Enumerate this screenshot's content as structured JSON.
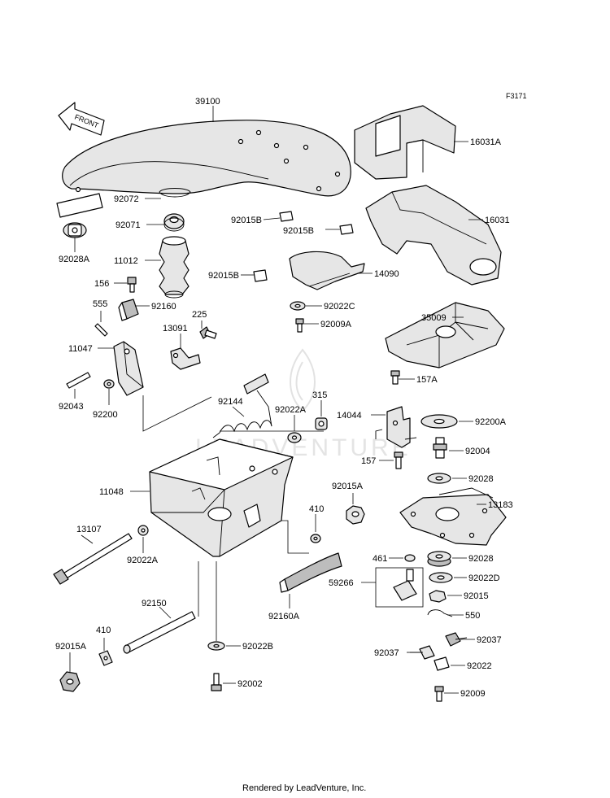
{
  "figure_code": "F3171",
  "front_marker": "FRONT",
  "watermark": "LEADVENTURE",
  "footer": "Rendered by LeadVenture, Inc.",
  "parts": {
    "p39100": "39100",
    "p16031A": "16031A",
    "p16031": "16031",
    "p92072": "92072",
    "p92071": "92071",
    "p92028A": "92028A",
    "p11012": "11012",
    "p92015B_1": "92015B",
    "p92015B_2": "92015B",
    "p92015B_3": "92015B",
    "p14090": "14090",
    "p156": "156",
    "p555": "555",
    "p92160": "92160",
    "p225": "225",
    "p13091": "13091",
    "p11047": "11047",
    "p92022C": "92022C",
    "p92009A": "92009A",
    "p35009": "35009",
    "p157A": "157A",
    "p92043": "92043",
    "p92200": "92200",
    "p92144": "92144",
    "p92022A_1": "92022A",
    "p315": "315",
    "p14044": "14044",
    "p92200A": "92200A",
    "p92004": "92004",
    "p157": "157",
    "p92028_1": "92028",
    "p11048": "11048",
    "p92015A_1": "92015A",
    "p13183": "13183",
    "p410_1": "410",
    "p13107": "13107",
    "p92022A_2": "92022A",
    "p461": "461",
    "p92028_2": "92028",
    "p59266": "59266",
    "p92022D": "92022D",
    "p92160A": "92160A",
    "p92015": "92015",
    "p92150": "92150",
    "p550": "550",
    "p410_2": "410",
    "p92037_1": "92037",
    "p92015A_2": "92015A",
    "p92022B": "92022B",
    "p92037_2": "92037",
    "p92022": "92022",
    "p92002": "92002",
    "p92009": "92009"
  }
}
